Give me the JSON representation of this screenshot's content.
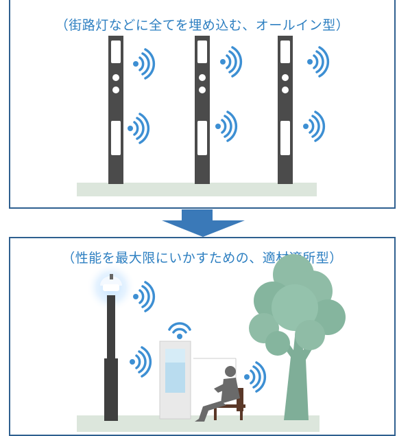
{
  "top_panel": {
    "caption": "（街路灯などに全てを埋め込む、オールイン型）",
    "pole_count": 3
  },
  "bottom_panel": {
    "caption": "（性能を最大限にいかすための、適材適所型）"
  },
  "colors": {
    "frame": "#2e5f8f",
    "caption_text": "#2d7fc1",
    "wifi_icon": "#3d8fd3",
    "arrow": "#3a79b8",
    "pole": "#4b4b4b",
    "ground": "#dce6dc",
    "tree": "#7fae98",
    "signage_screen": "#b9dcef"
  },
  "icons": [
    "wifi-signal-icon",
    "down-arrow-icon",
    "street-lamp-icon",
    "digital-signage-icon",
    "bench-person-icon",
    "tree-icon"
  ]
}
